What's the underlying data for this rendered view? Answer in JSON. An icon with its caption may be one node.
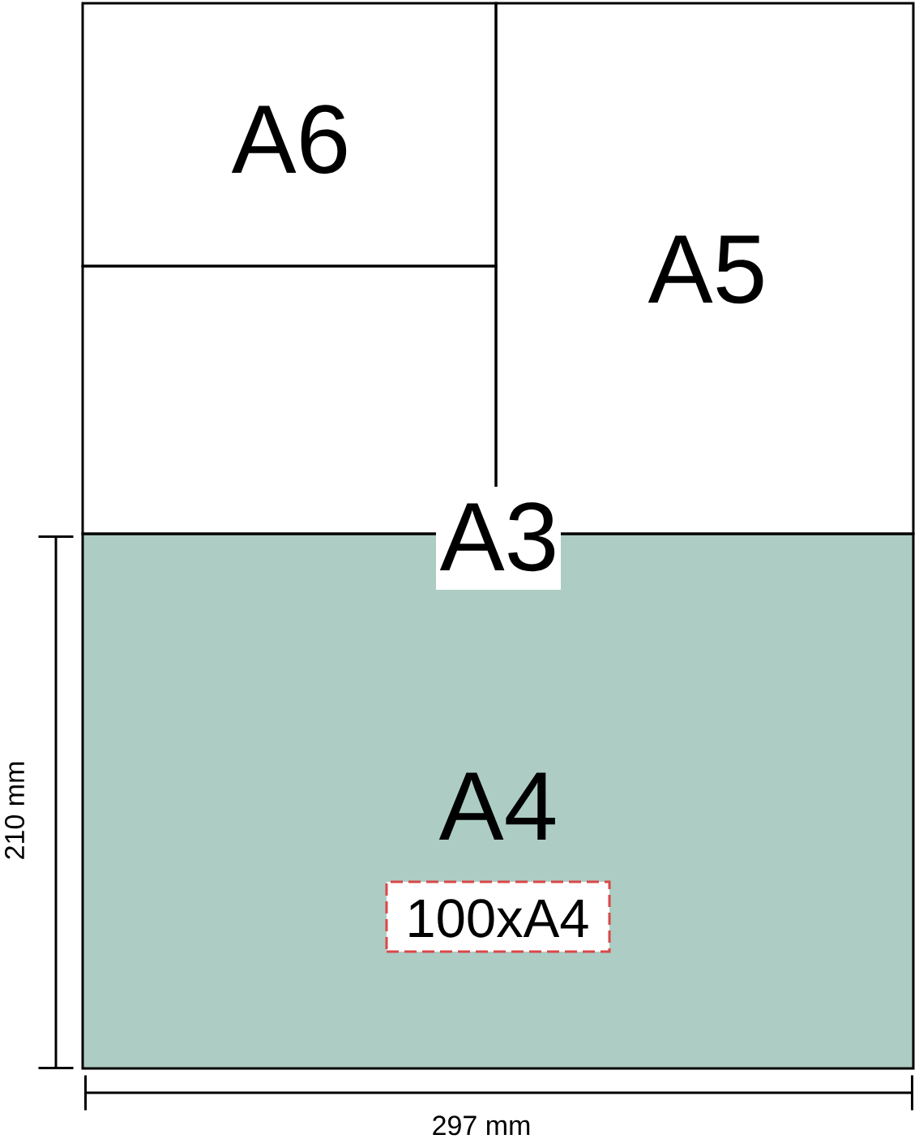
{
  "diagram": {
    "nodes": [
      {
        "text": [
          "A6"
        ]
      },
      {
        "text": [
          "A5"
        ]
      },
      {
        "text": [],
        "shape": "box"
      },
      {
        "text": [
          "A3"
        ]
      },
      {
        "text": [
          "A4"
        ]
      },
      {
        "text": [
          "100xA4"
        ],
        "in": 4
      }
    ],
    "labels": [
      "210 mm",
      "297 mm"
    ]
  }
}
